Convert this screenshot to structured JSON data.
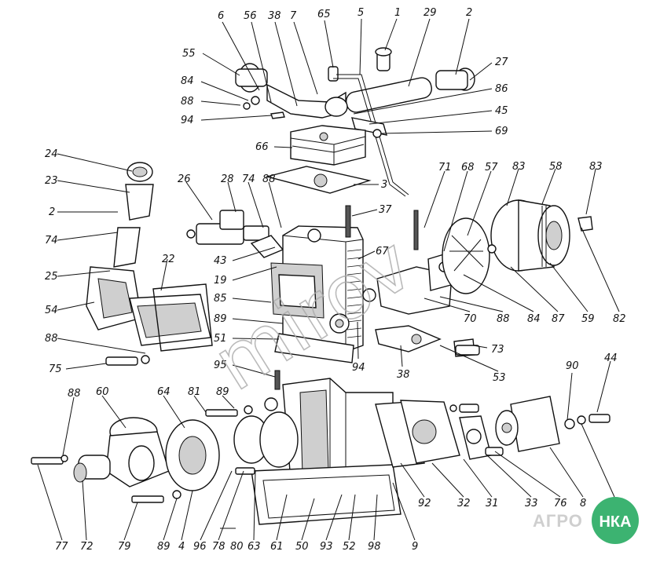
{
  "diagram": {
    "labels": [
      "6",
      "56",
      "38",
      "7",
      "65",
      "5",
      "1",
      "29",
      "2",
      "27",
      "55",
      "84",
      "88",
      "94",
      "86",
      "45",
      "69",
      "66",
      "3",
      "24",
      "23",
      "2",
      "74",
      "25",
      "54",
      "88",
      "75",
      "26",
      "28",
      "74",
      "88",
      "37",
      "43",
      "19",
      "67",
      "85",
      "89",
      "51",
      "94",
      "95",
      "71",
      "68",
      "57",
      "83",
      "58",
      "83",
      "70",
      "88",
      "84",
      "87",
      "59",
      "82",
      "38",
      "73",
      "53",
      "22",
      "60",
      "64",
      "81",
      "89",
      "88",
      "77",
      "72",
      "79",
      "89",
      "4",
      "96",
      "78",
      "80",
      "63",
      "61",
      "50",
      "93",
      "52",
      "98",
      "9",
      "92",
      "32",
      "31",
      "33",
      "76",
      "8",
      "87",
      "90",
      "44"
    ]
  },
  "watermark": {
    "text": "mirov"
  },
  "logo": {
    "left": "АГРО",
    "right": "НКА",
    "bg": "#2e8b57",
    "fg": "#ffffff"
  },
  "colors": {
    "ink": "#111111",
    "logo_green": "#3cb371"
  }
}
